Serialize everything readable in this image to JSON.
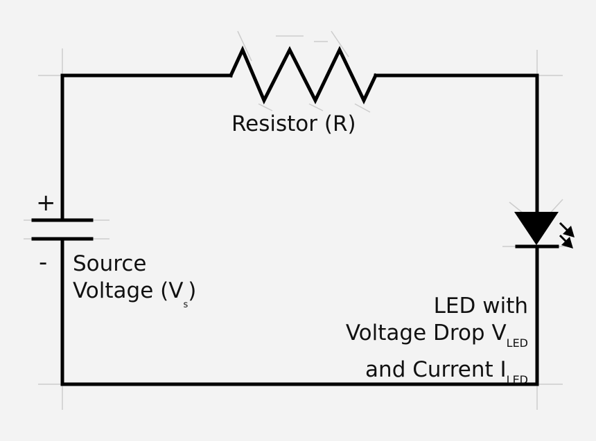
{
  "colors": {
    "wire": "#000000",
    "background": "#f3f3f3",
    "guide": "#cccccc",
    "text": "#111111"
  },
  "resistor": {
    "label": "Resistor (R)"
  },
  "source": {
    "plus": "+",
    "minus": "-",
    "label_line1": "Source",
    "label_line2_main": "Voltage (V",
    "label_line2_sub": "s",
    "label_line2_end": ")"
  },
  "led": {
    "label_line1": "LED with",
    "label_line2_main": "Voltage Drop V",
    "label_line2_sub": "LED",
    "label_line3_main": "and Current I",
    "label_line3_sub": "LED"
  }
}
